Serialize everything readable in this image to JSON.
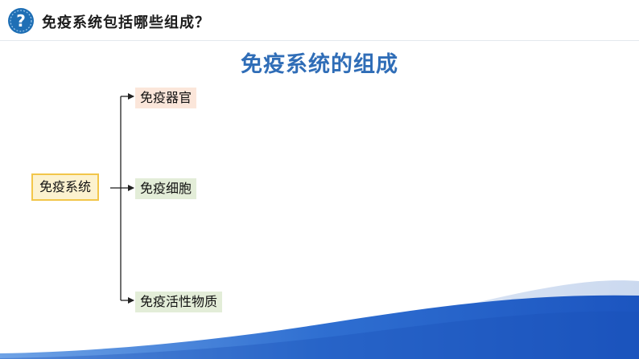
{
  "header": {
    "icon": "question-mark-icon",
    "title": "免疫系统包括哪些组成？"
  },
  "main": {
    "title": "免疫系统的组成"
  },
  "tree": {
    "root": "免疫系统",
    "children": [
      "免疫器官",
      "免疫细胞",
      "免疫活性物质"
    ]
  },
  "colors": {
    "accent": "#2f6db7",
    "root_fill": "#fcf2cf",
    "root_border": "#f2c64a",
    "organ_fill": "#fbe6da",
    "cell_fill": "#e3edd8",
    "wave_blue": "#2f6fd1"
  }
}
